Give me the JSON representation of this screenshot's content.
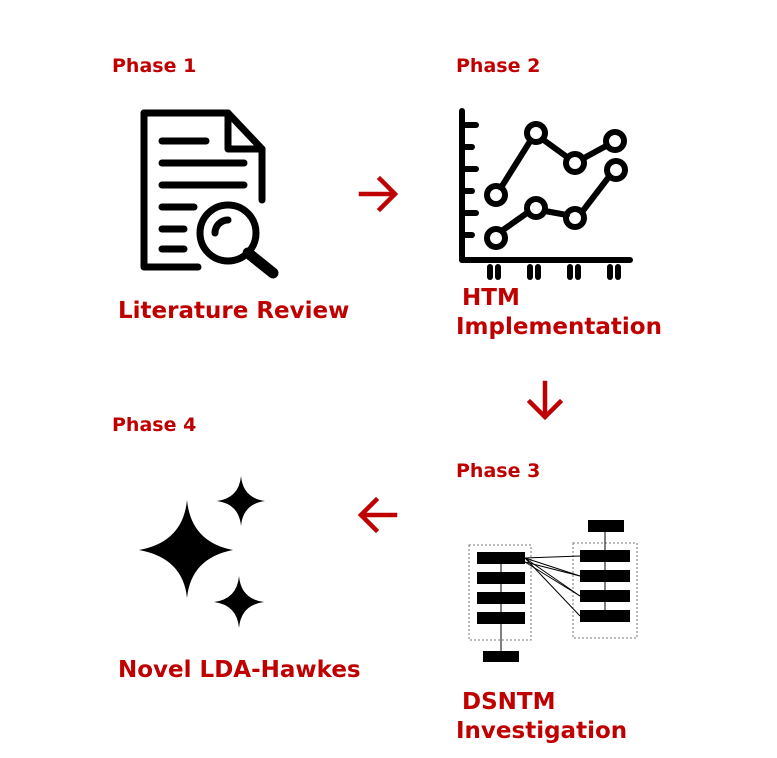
{
  "phases": [
    {
      "phase": "Phase 1",
      "title": "Literature Review",
      "icon": "document-search-icon"
    },
    {
      "phase": "Phase 2",
      "title_lines": [
        "HTM",
        "Implementation"
      ],
      "icon": "line-chart-icon"
    },
    {
      "phase": "Phase 3",
      "title_lines": [
        "DSNTM",
        "Investigation"
      ],
      "icon": "neural-network-icon"
    },
    {
      "phase": "Phase 4",
      "title": "Novel LDA-Hawkes",
      "icon": "sparkles-icon"
    }
  ],
  "arrows": [
    "arrow-right-icon",
    "arrow-down-icon",
    "arrow-left-icon"
  ],
  "colors": {
    "accent": "#c00000",
    "icon": "#000000",
    "background": "#ffffff"
  }
}
